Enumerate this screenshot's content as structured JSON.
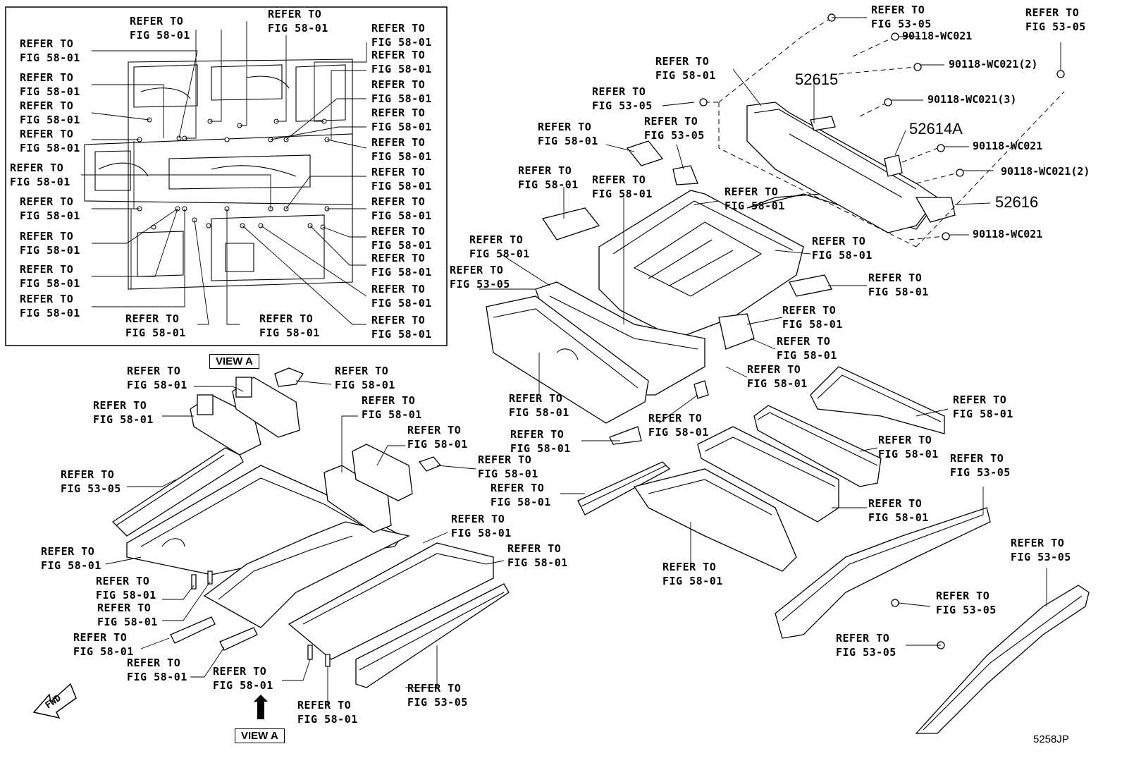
{
  "diagram": {
    "refer_58": [
      "REFER TO",
      "FIG 58-01"
    ],
    "refer_53": [
      "REFER TO",
      "FIG 53-05"
    ],
    "view_label": "VIEW A",
    "fwd_label": "FWD",
    "diagram_code": "5258JP",
    "parts": {
      "p52615": "52615",
      "p52614A": "52614A",
      "p52616": "52616",
      "bolt1": "90118-WC021",
      "bolt2": "90118-WC021(2)",
      "bolt3": "90118-WC021(3)"
    }
  }
}
